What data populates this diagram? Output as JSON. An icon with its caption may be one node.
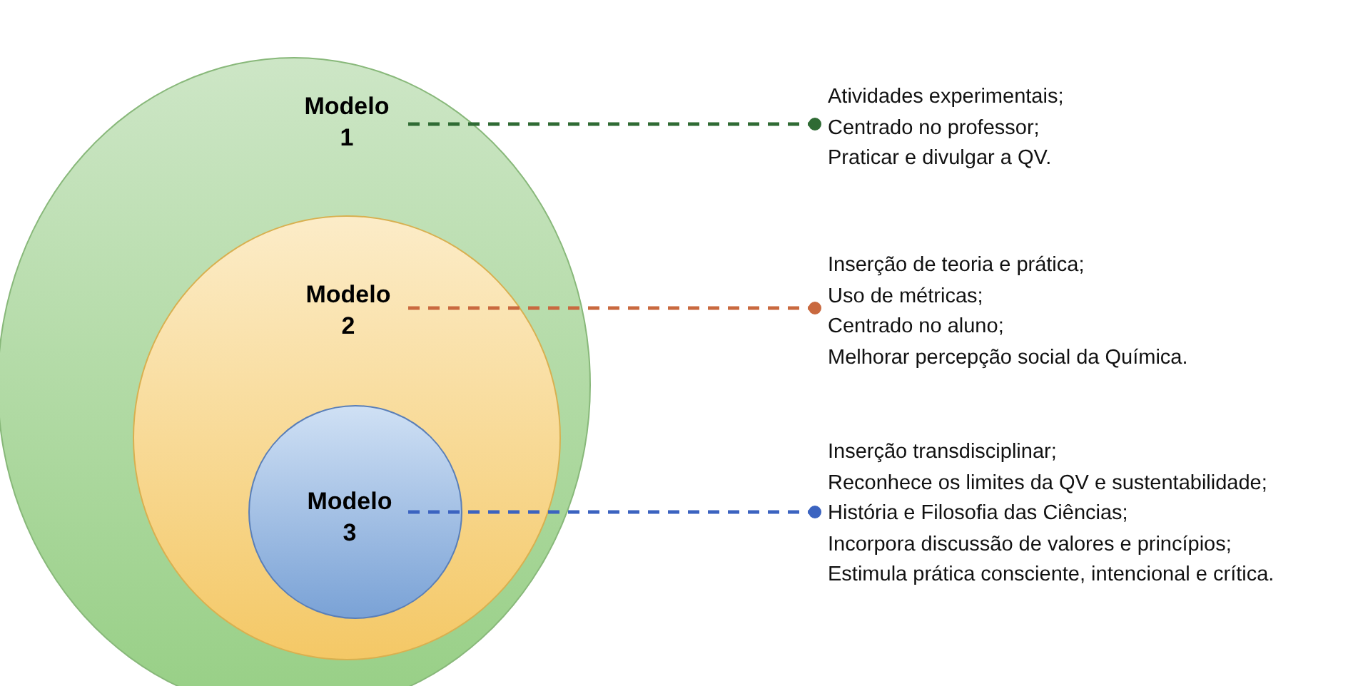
{
  "diagram": {
    "nodes": [
      {
        "text": [
          "Modelo 1"
        ]
      },
      {
        "text": [
          "Modelo 2"
        ],
        "in": 0
      },
      {
        "text": [
          "Modelo 3"
        ],
        "in": 1
      },
      {
        "text": [
          "Atividades experimentais;",
          "Centrado no professor;",
          "Praticar e divulgar a QV."
        ]
      },
      {
        "text": [
          "Inserção de teoria e prática;",
          "Uso de métricas;",
          "Centrado no aluno;",
          "Melhorar percepção social da Química."
        ]
      },
      {
        "text": [
          "Inserção transdisciplinar;",
          "Reconhece os limites da QV e sustentabilidade;",
          "História e Filosofia das Ciências;",
          "Incorpora discussão de valores e princípios;",
          "Estimula prática consciente, intencional e crítica."
        ]
      }
    ],
    "edges": [
      {
        "from": 0,
        "to": 3,
        "arrow": "other",
        "style": "dashed",
        "color": "#2f6b34"
      },
      {
        "from": 1,
        "to": 4,
        "arrow": "other",
        "style": "dashed",
        "color": "#c9693f"
      },
      {
        "from": 2,
        "to": 5,
        "arrow": "other",
        "style": "dashed",
        "color": "#3b63c0"
      }
    ]
  }
}
